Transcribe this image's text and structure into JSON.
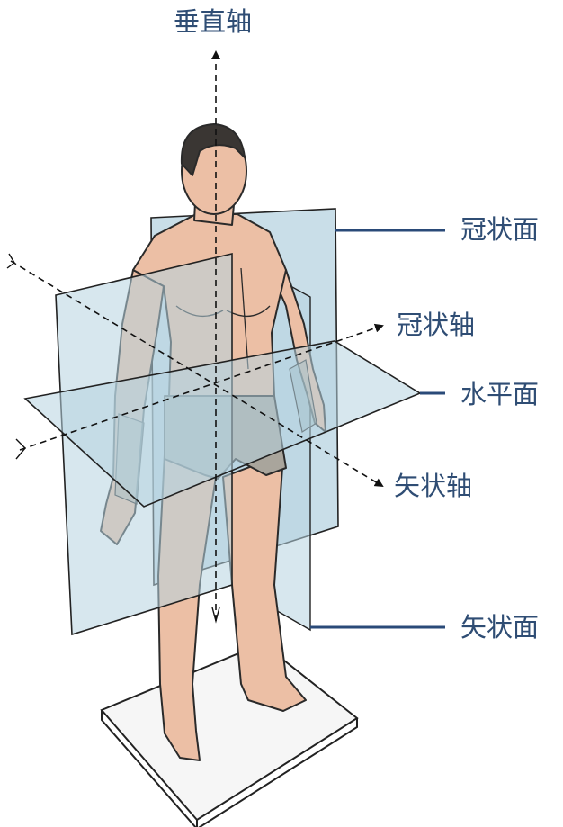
{
  "labels": {
    "vertical_axis": "垂直轴",
    "coronal_plane": "冠状面",
    "coronal_axis": "冠状轴",
    "horizontal_plane": "水平面",
    "sagittal_axis": "矢状轴",
    "sagittal_plane": "矢状面"
  },
  "colors": {
    "label_text": "#2f4d74",
    "leader_line": "#2a4a78",
    "plane_fill": "#b7d3e0",
    "skin": "#ecbfa5",
    "shorts": "#a9a59c",
    "hair": "#3a3633",
    "outline": "#2a2a2a",
    "base_board": "#f6f6f6"
  }
}
